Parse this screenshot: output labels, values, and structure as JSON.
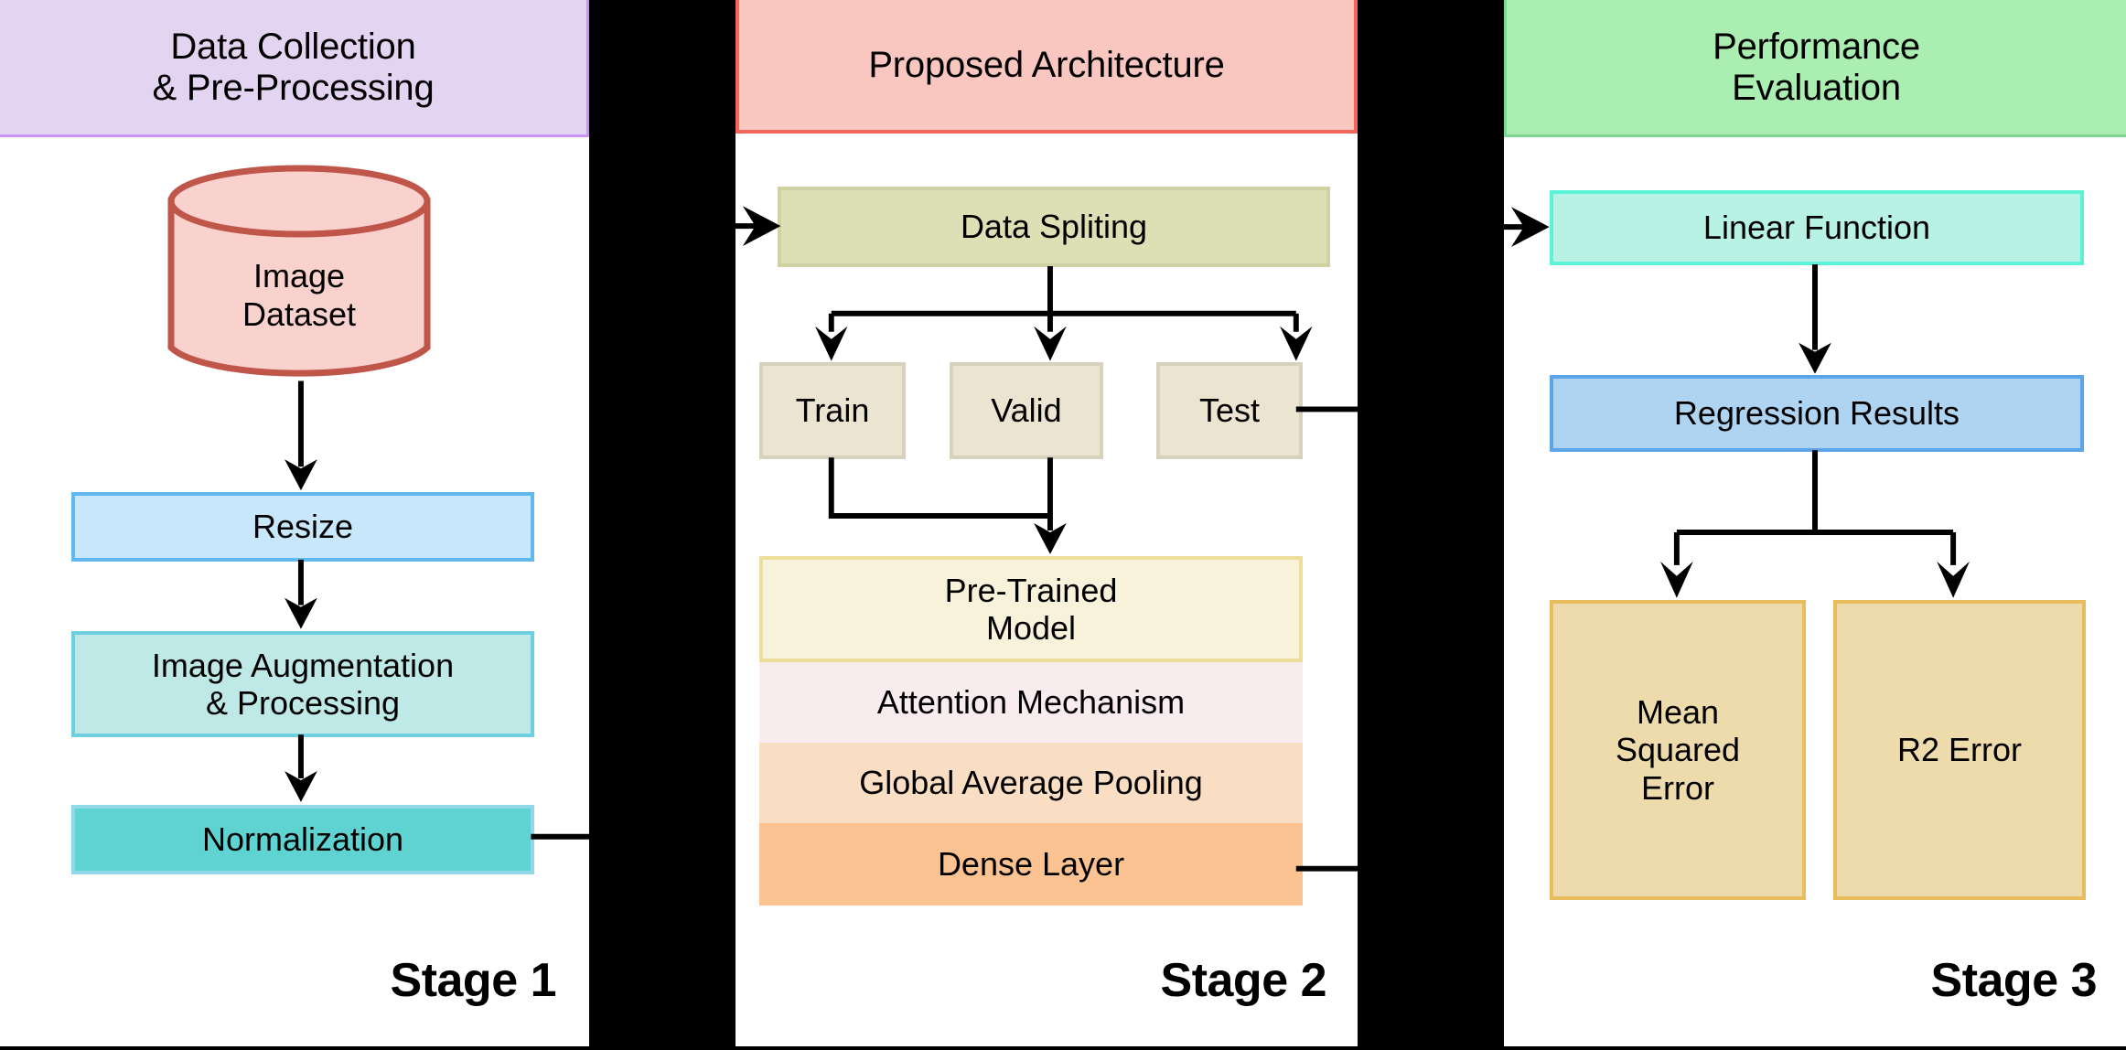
{
  "diagram": {
    "title": "Three-stage deep learning regression pipeline",
    "panels": [
      {
        "id": "stage-1",
        "header": "Data Collection\n& Pre-Processing",
        "header_line1": "Data Collection",
        "header_line2": "& Pre-Processing",
        "stage_label": "Stage 1",
        "header_fill": "#e3d4f2",
        "header_border": "#c894f5",
        "nodes": [
          {
            "id": "image-dataset",
            "label": "Image\nDataset",
            "label_line1": "Image",
            "label_line2": "Dataset",
            "shape": "cylinder",
            "fill": "#f9d2ce",
            "border": "#c0554a"
          },
          {
            "id": "resize",
            "label": "Resize",
            "shape": "rect",
            "fill": "#c9e7fb",
            "border": "#5fb8ee"
          },
          {
            "id": "image-augmentation",
            "label": "Image Augmentation\n& Processing",
            "label_line1": "Image Augmentation",
            "label_line2": "& Processing",
            "shape": "rect",
            "fill": "#bfe9e6",
            "border": "#6ecfe0"
          },
          {
            "id": "normalization",
            "label": "Normalization",
            "shape": "rect",
            "fill": "#5fd2d2",
            "border": "#8fd9e8"
          }
        ]
      },
      {
        "id": "stage-2",
        "header": "Proposed Architecture",
        "header_line1": "Proposed Architecture",
        "stage_label": "Stage 2",
        "header_fill": "#f9c6c0",
        "header_border": "#f4655c",
        "nodes": [
          {
            "id": "data-splitting",
            "label": "Data Spliting",
            "shape": "rect",
            "fill": "#dde0b4",
            "border": "#cfd2a4"
          },
          {
            "id": "train",
            "label": "Train",
            "shape": "rect",
            "fill": "#eae4d0",
            "border": "#d8d2bc"
          },
          {
            "id": "valid",
            "label": "Valid",
            "shape": "rect",
            "fill": "#eae4d0",
            "border": "#d8d2bc"
          },
          {
            "id": "test",
            "label": "Test",
            "shape": "rect",
            "fill": "#eae4d0",
            "border": "#d8d2bc"
          },
          {
            "id": "pre-trained-model",
            "label": "Pre-Trained\nModel",
            "label_line1": "Pre-Trained",
            "label_line2": "Model",
            "shape": "rect",
            "fill": "#f8f2da",
            "border": "#eddf9b"
          },
          {
            "id": "attention-mechanism",
            "label": "Attention Mechanism",
            "shape": "rect",
            "fill": "#f9ecef",
            "border": "#f9ecef"
          },
          {
            "id": "global-average-pooling",
            "label": "Global Average Pooling",
            "shape": "rect",
            "fill": "#fadec4",
            "border": "#fadec4"
          },
          {
            "id": "dense-layer",
            "label": "Dense Layer",
            "shape": "rect",
            "fill": "#fcc392",
            "border": "#fcc392"
          }
        ]
      },
      {
        "id": "stage-3",
        "header": "Performance\nEvaluation",
        "header_line1": "Performance",
        "header_line2": "Evaluation",
        "stage_label": "Stage 3",
        "header_fill": "#abeeb2",
        "header_border": "#7ed492",
        "nodes": [
          {
            "id": "linear-function",
            "label": "Linear Function",
            "shape": "rect",
            "fill": "#b8f2e4",
            "border": "#5cf2d8"
          },
          {
            "id": "regression-results",
            "label": "Regression Results",
            "shape": "rect",
            "fill": "#afd4f2",
            "border": "#5ba4e8"
          },
          {
            "id": "mean-squared-error",
            "label": "Mean\nSquared\nError",
            "label_line1": "Mean",
            "label_line2": "Squared",
            "label_line3": "Error",
            "shape": "rect",
            "fill": "#eddbab",
            "border": "#e8bd5e"
          },
          {
            "id": "r2-error",
            "label": "R2 Error",
            "shape": "rect",
            "fill": "#eddbab",
            "border": "#e8bd5e"
          }
        ]
      }
    ],
    "edges": [
      {
        "from": "image-dataset",
        "to": "resize",
        "style": "arrow"
      },
      {
        "from": "resize",
        "to": "image-augmentation",
        "style": "arrow"
      },
      {
        "from": "image-augmentation",
        "to": "normalization",
        "style": "arrow"
      },
      {
        "from": "normalization",
        "to": "data-splitting",
        "style": "arrow"
      },
      {
        "from": "data-splitting",
        "to": "train",
        "style": "arrow"
      },
      {
        "from": "data-splitting",
        "to": "valid",
        "style": "arrow"
      },
      {
        "from": "data-splitting",
        "to": "test",
        "style": "arrow"
      },
      {
        "from": "train",
        "to": "pre-trained-model",
        "style": "arrow"
      },
      {
        "from": "valid",
        "to": "pre-trained-model",
        "style": "arrow"
      },
      {
        "from": "test",
        "to": "linear-function",
        "style": "arrow"
      },
      {
        "from": "dense-layer",
        "to": "linear-function",
        "style": "arrow"
      },
      {
        "from": "linear-function",
        "to": "regression-results",
        "style": "arrow"
      },
      {
        "from": "regression-results",
        "to": "mean-squared-error",
        "style": "arrow"
      },
      {
        "from": "regression-results",
        "to": "r2-error",
        "style": "arrow"
      }
    ],
    "colors": {
      "background": "#000000",
      "panel_background": "#ffffff",
      "connector": "#000000",
      "text": "#000000"
    }
  }
}
